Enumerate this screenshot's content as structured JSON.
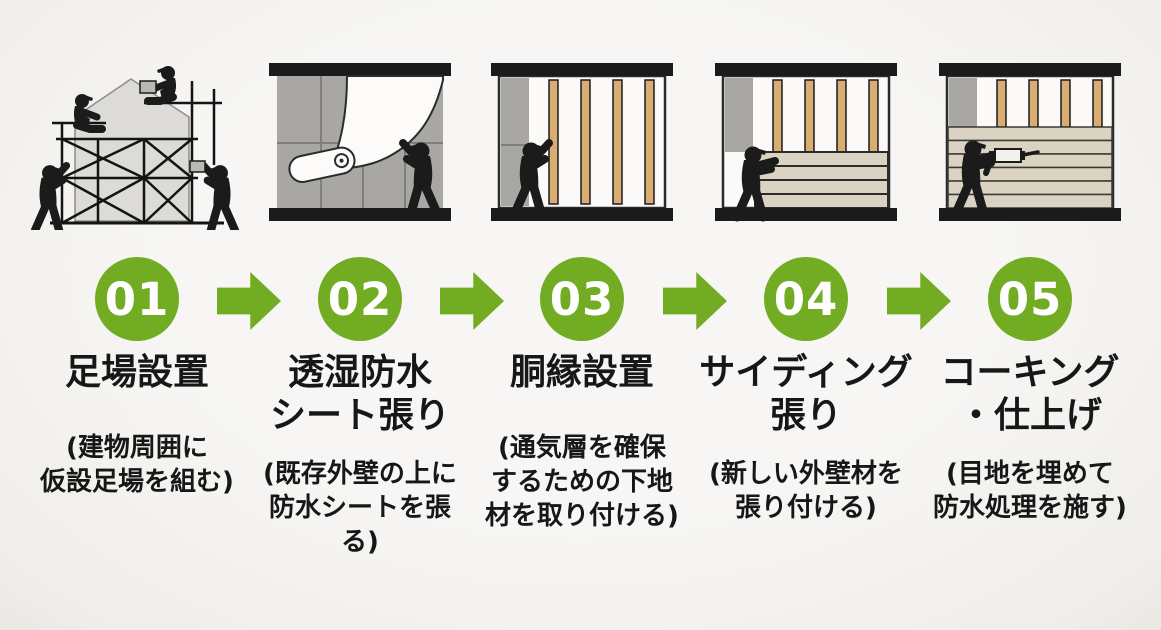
{
  "palette": {
    "green": "#72ac22",
    "background": "#f4f3f0",
    "ink": "#1b1b1b",
    "wall_gray": "#a8a7a4",
    "wood_strip": "#d9ad72",
    "siding_beige": "#dbd3c2",
    "sheet_white": "#fcfbf9",
    "number_text": "#ffffff"
  },
  "steps": [
    {
      "number": "01",
      "title": "足場設置",
      "description": "(建物周囲に\n仮設足場を組む)",
      "illustration": "house-with-scaffolding-and-workers"
    },
    {
      "number": "02",
      "title": "透湿防水\nシート張り",
      "description": "(既存外壁の上に\n防水シートを張\nる)",
      "illustration": "worker-applying-waterproof-sheet-roll-on-wall"
    },
    {
      "number": "03",
      "title": "胴縁設置",
      "description": "(通気層を確保\nするための下地\n材を取り付ける)",
      "illustration": "worker-installing-vertical-furring-strips"
    },
    {
      "number": "04",
      "title": "サイディング\n張り",
      "description": "(新しい外壁材を\n張り付ける)",
      "illustration": "worker-attaching-horizontal-siding-boards"
    },
    {
      "number": "05",
      "title": "コーキング\n・仕上げ",
      "description": "(目地を埋めて\n防水処理を施す)",
      "illustration": "worker-caulking-finished-siding-wall"
    }
  ],
  "arrows": {
    "count": 4,
    "direction": "right",
    "color": "#72ac22"
  }
}
